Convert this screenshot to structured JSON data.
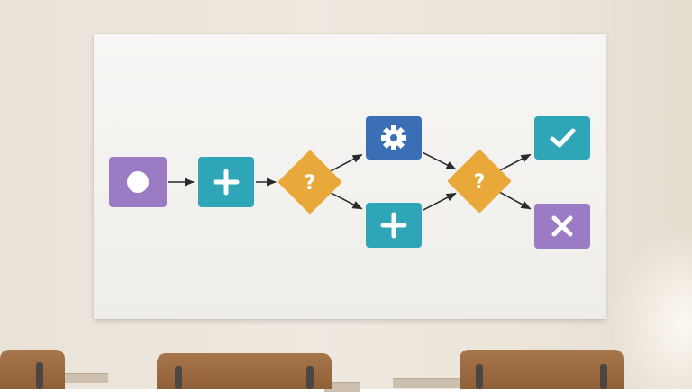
{
  "colors": {
    "purple": "#9b7cc4",
    "teal": "#2fa6b7",
    "blue": "#3a6fb5",
    "yellow": "#e9a93a",
    "arrow": "#2b2b2b"
  },
  "nodes": [
    {
      "id": "start",
      "shape": "square",
      "color": "purple",
      "icon": "circle-icon"
    },
    {
      "id": "action-1",
      "shape": "square",
      "color": "teal",
      "icon": "plus-icon"
    },
    {
      "id": "decision-1",
      "shape": "diamond",
      "color": "yellow",
      "icon": "question-icon",
      "glyph": "?"
    },
    {
      "id": "process",
      "shape": "square",
      "color": "blue",
      "icon": "gear-icon"
    },
    {
      "id": "action-2",
      "shape": "square",
      "color": "teal",
      "icon": "plus-icon"
    },
    {
      "id": "decision-2",
      "shape": "diamond",
      "color": "yellow",
      "icon": "question-icon",
      "glyph": "?"
    },
    {
      "id": "success",
      "shape": "square",
      "color": "teal",
      "icon": "check-icon"
    },
    {
      "id": "failure",
      "shape": "square",
      "color": "purple",
      "icon": "x-icon"
    }
  ],
  "edges": [
    {
      "from": "start",
      "to": "action-1"
    },
    {
      "from": "action-1",
      "to": "decision-1"
    },
    {
      "from": "decision-1",
      "to": "process"
    },
    {
      "from": "decision-1",
      "to": "action-2"
    },
    {
      "from": "process",
      "to": "decision-2"
    },
    {
      "from": "action-2",
      "to": "decision-2"
    },
    {
      "from": "decision-2",
      "to": "success"
    },
    {
      "from": "decision-2",
      "to": "failure"
    }
  ]
}
